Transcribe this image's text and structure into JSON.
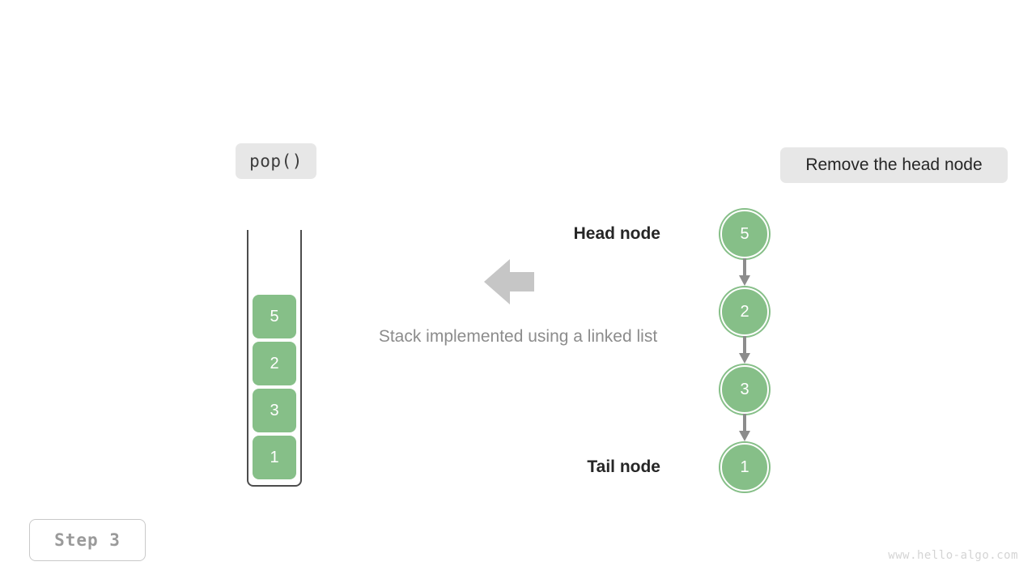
{
  "operation": {
    "label": "pop()"
  },
  "description": {
    "label": "Remove the head node"
  },
  "caption": {
    "text": "Stack implemented using a linked list"
  },
  "stack": {
    "cells": [
      {
        "value": "5"
      },
      {
        "value": "2"
      },
      {
        "value": "3"
      },
      {
        "value": "1"
      }
    ]
  },
  "linked_list": {
    "nodes": [
      {
        "value": "5"
      },
      {
        "value": "2"
      },
      {
        "value": "3"
      },
      {
        "value": "1"
      }
    ],
    "head_label": "Head node",
    "tail_label": "Tail node"
  },
  "step": {
    "label": "Step 3"
  },
  "watermark": {
    "text": "www.hello-algo.com"
  },
  "colors": {
    "node_green": "#86bf88",
    "badge_gray": "#e7e7e7",
    "arrow_gray": "#c6c6c6",
    "link_arrow_gray": "#8c8c8c",
    "caption_gray": "#8c8c8c",
    "step_text_gray": "#9a9a9a",
    "watermark_gray": "#d4d4d4",
    "container_border": "#4d4d4d"
  }
}
